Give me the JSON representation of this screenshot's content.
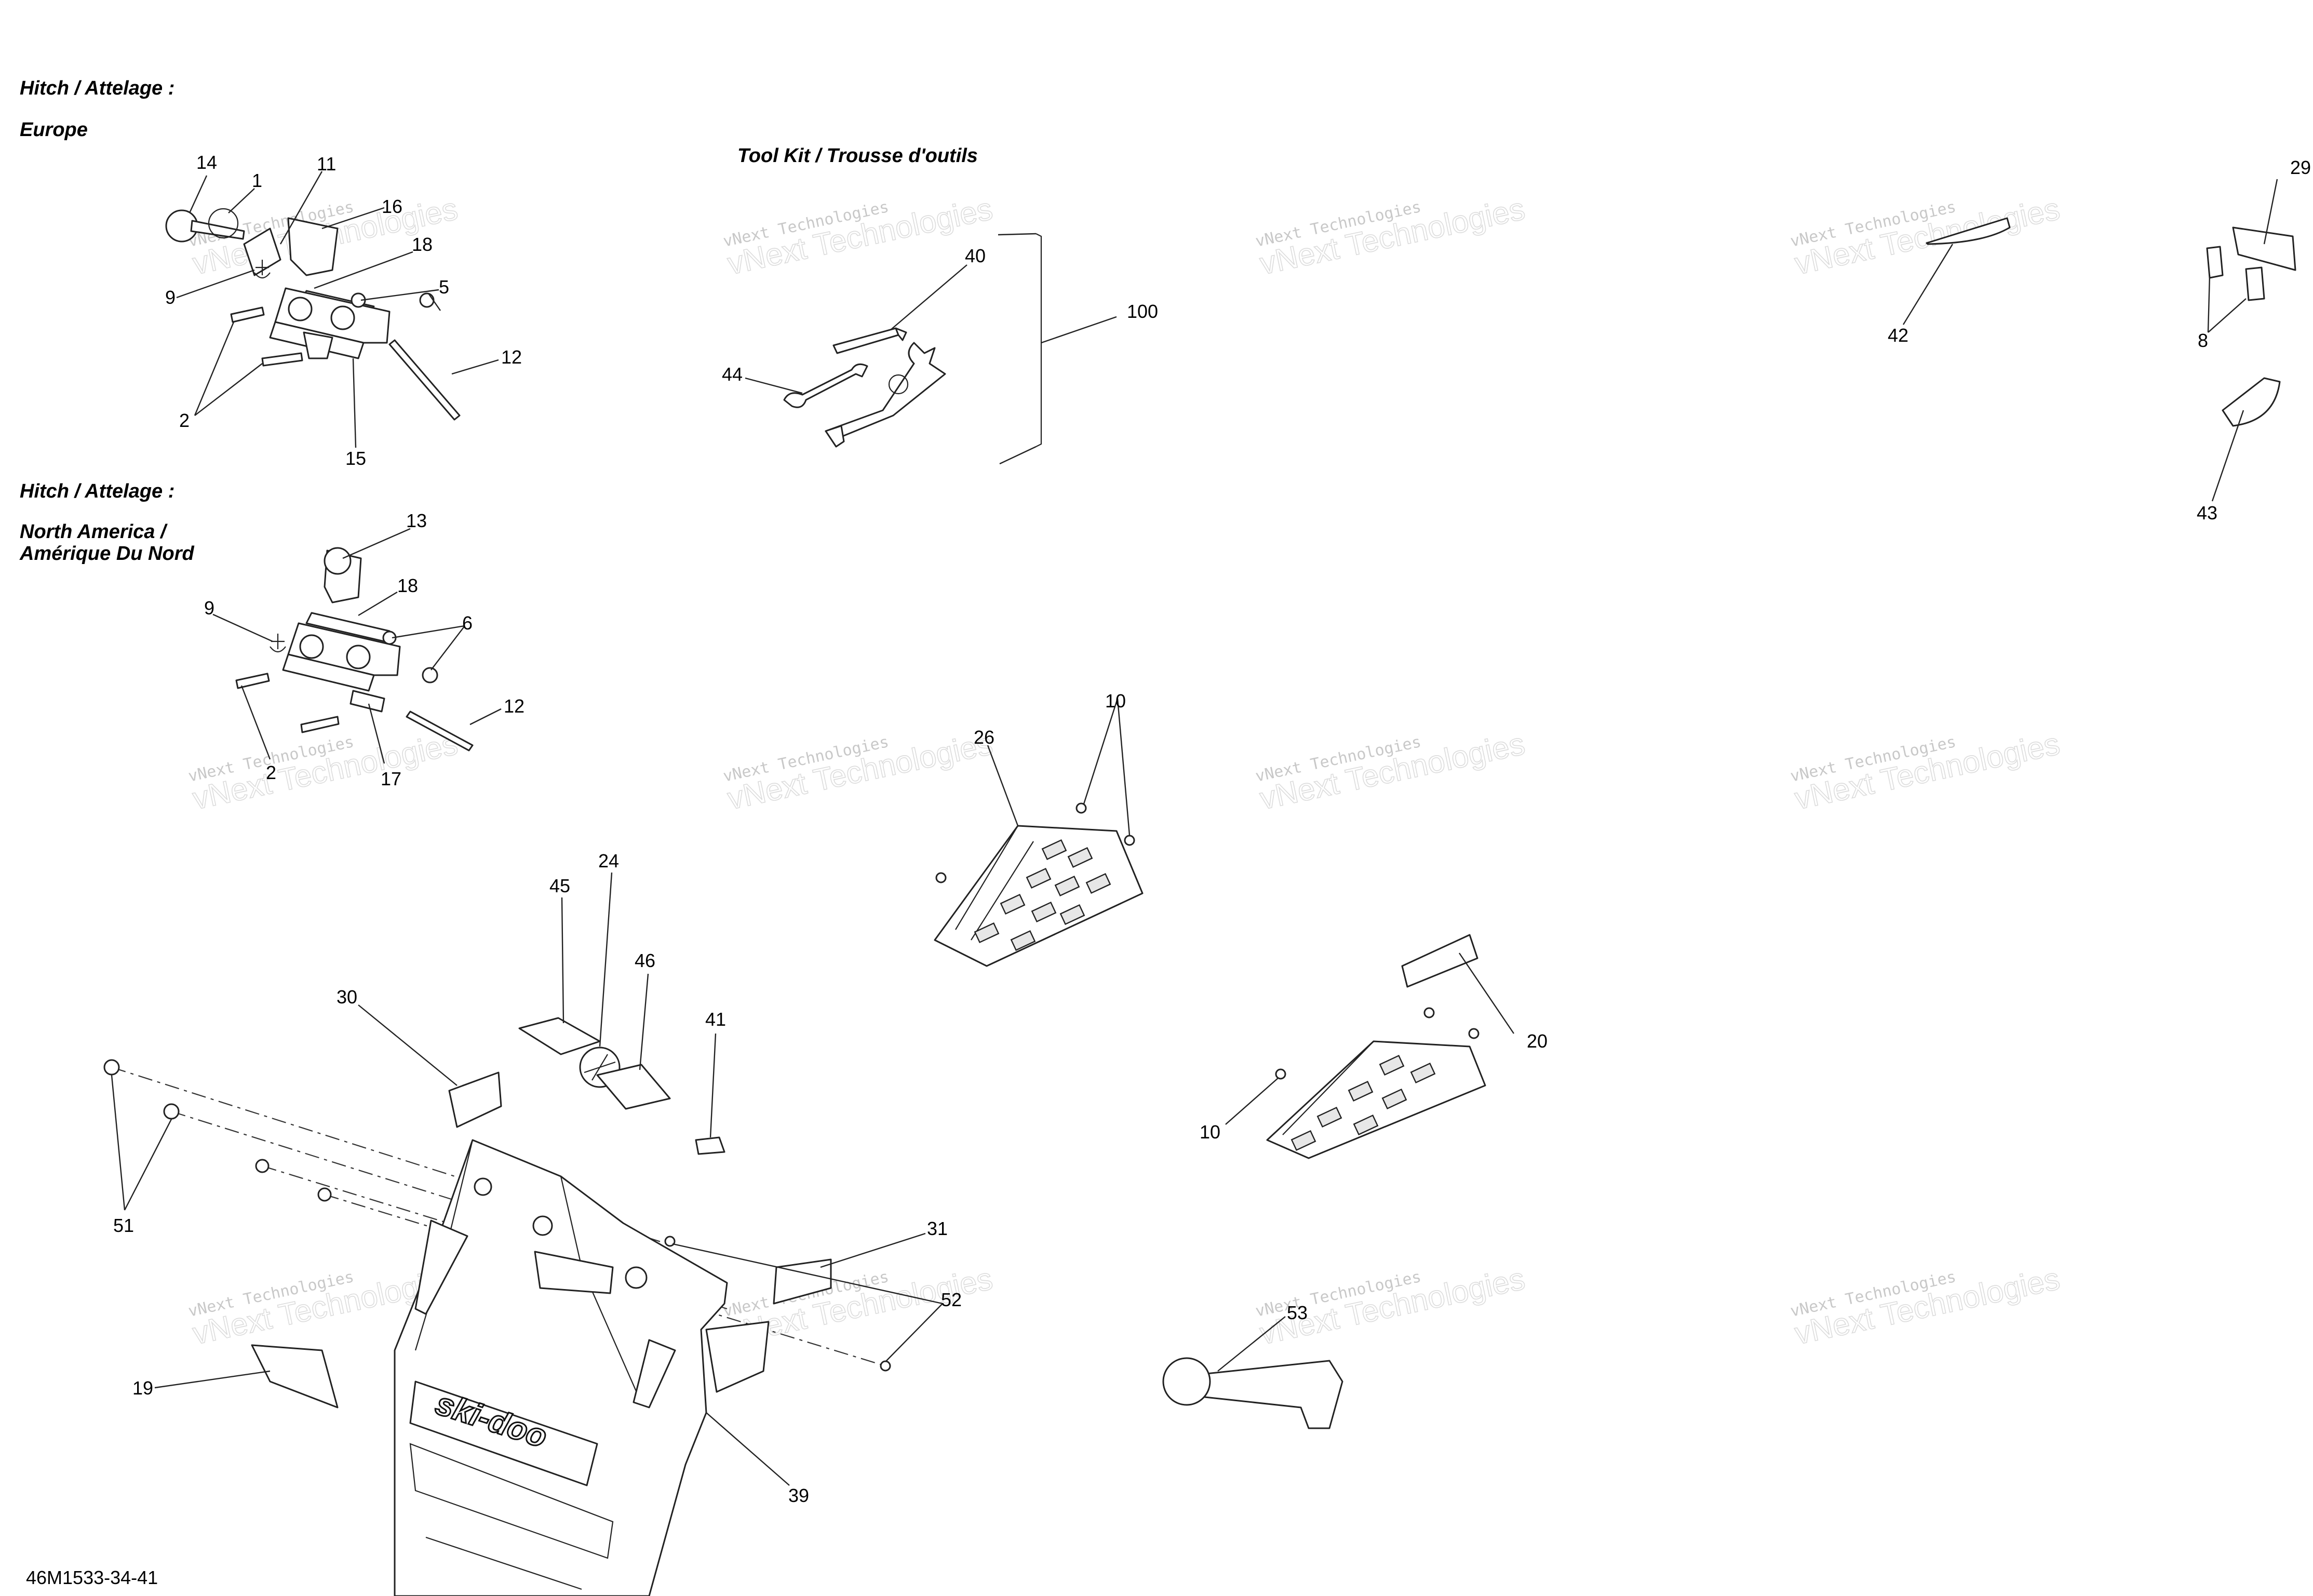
{
  "sections": {
    "hitch_europe_title": "Hitch / Attelage :",
    "hitch_europe_region": "Europe",
    "hitch_na_title": "Hitch / Attelage :",
    "hitch_na_region_line1": "North America /",
    "hitch_na_region_line2": "Amérique Du Nord",
    "tool_kit_title": "Tool Kit / Trousse d'outils"
  },
  "watermark": {
    "line1": "vNext Technologies",
    "line2": "vNext Technologies"
  },
  "brand_logo_text": "ski-doo",
  "part_numbers": {
    "hitch_eu": [
      "14",
      "1",
      "11",
      "16",
      "18",
      "9",
      "5",
      "12",
      "2",
      "15"
    ],
    "hitch_na": [
      "13",
      "18",
      "9",
      "6",
      "12",
      "2",
      "17"
    ],
    "tool_kit": [
      "40",
      "100",
      "44"
    ],
    "decals": [
      "42",
      "29",
      "8",
      "43"
    ],
    "footrest": [
      "10",
      "26",
      "20",
      "10"
    ],
    "front": [
      "24",
      "45",
      "46",
      "41",
      "30",
      "51",
      "31",
      "52",
      "19",
      "39",
      "53"
    ]
  },
  "reference_code": "46M1533-34-41"
}
